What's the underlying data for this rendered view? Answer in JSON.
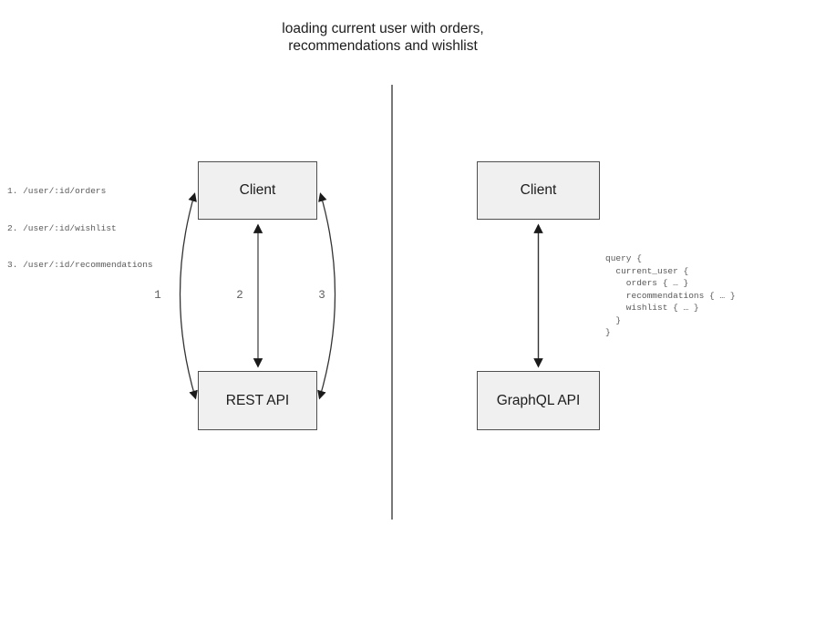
{
  "title": "loading current user with orders,\nrecommendations and wishlist",
  "rest_panel": {
    "endpoints": [
      "1. /user/:id/orders",
      "2. /user/:id/wishlist",
      "3. /user/:id/recommendations"
    ],
    "client_label": "Client",
    "api_label": "REST API",
    "arrow_labels": [
      "1",
      "2",
      "3"
    ]
  },
  "graphql_panel": {
    "client_label": "Client",
    "api_label": "GraphQL API",
    "query": "query {\n  current_user {\n    orders { … }\n    recommendations { … }\n    wishlist { … }\n  }\n}"
  },
  "colors": {
    "box_fill": "#f0f0f0",
    "box_border": "#4f4f4f",
    "arrow_stroke": "#333333",
    "mono_text": "#595959",
    "divider": "#787878"
  }
}
